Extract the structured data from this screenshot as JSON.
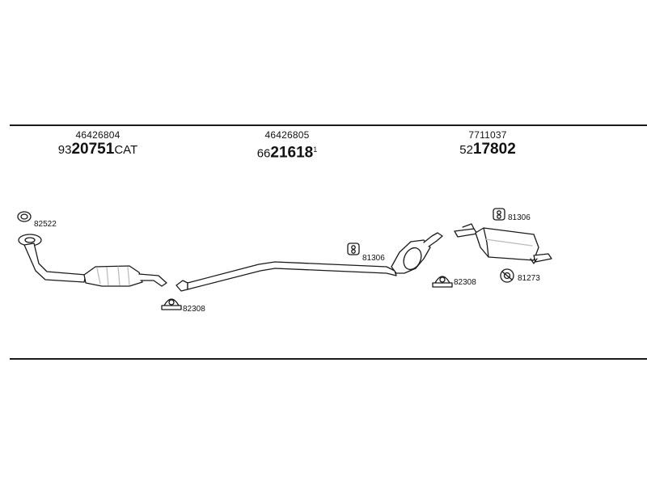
{
  "parts": [
    {
      "oem": "46426804",
      "code_prefix": "93",
      "code_main": "20751",
      "code_suffix": "CAT",
      "code_sup": ""
    },
    {
      "oem": "46426805",
      "code_prefix": "66",
      "code_main": "21618",
      "code_suffix": "",
      "code_sup": "1"
    },
    {
      "oem": "7711037",
      "code_prefix": "52",
      "code_main": "17802",
      "code_suffix": "",
      "code_sup": ""
    }
  ],
  "callouts": {
    "ring_gasket": "82522",
    "clamp_front": "82308",
    "hanger_mid": "81306",
    "clamp_rear": "82308",
    "hanger_rear": "81306",
    "rubber_ring": "81273"
  },
  "colors": {
    "line": "#1a1a1a",
    "part_fill": "#ffffff",
    "shade": "#bdbdbd"
  },
  "icons": [
    "o-ring-icon",
    "exhaust-clamp-icon",
    "rubber-hanger-icon",
    "rubber-ring-icon"
  ]
}
